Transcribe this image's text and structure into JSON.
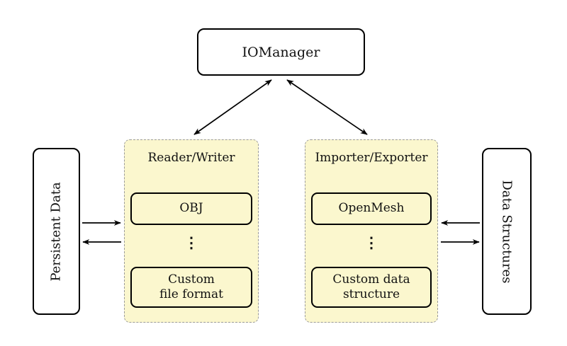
{
  "palette": {
    "panel_fill": "#fbf7ce",
    "panel_border": "#9a9a9a",
    "box_border": "#000000",
    "background": "#ffffff"
  },
  "nodes": {
    "io_manager": {
      "label": "IOManager"
    },
    "persistent_data": {
      "label": "Persistent Data"
    },
    "data_structures": {
      "label": "Data Structures"
    },
    "reader_writer": {
      "title": "Reader/Writer",
      "item1": "OBJ",
      "ellipsis": "⋮",
      "item2_line1": "Custom",
      "item2_line2": "file format"
    },
    "importer_exporter": {
      "title": "Importer/Exporter",
      "item1": "OpenMesh",
      "ellipsis": "⋮",
      "item2_line1": "Custom data",
      "item2_line2": "structure"
    }
  },
  "arrows": {
    "io_to_reader_writer": "bidirectional",
    "io_to_importer_exporter": "bidirectional",
    "persistent_to_reader": "right",
    "reader_to_persistent": "left",
    "structures_to_importer": "left",
    "importer_to_structures": "right"
  }
}
